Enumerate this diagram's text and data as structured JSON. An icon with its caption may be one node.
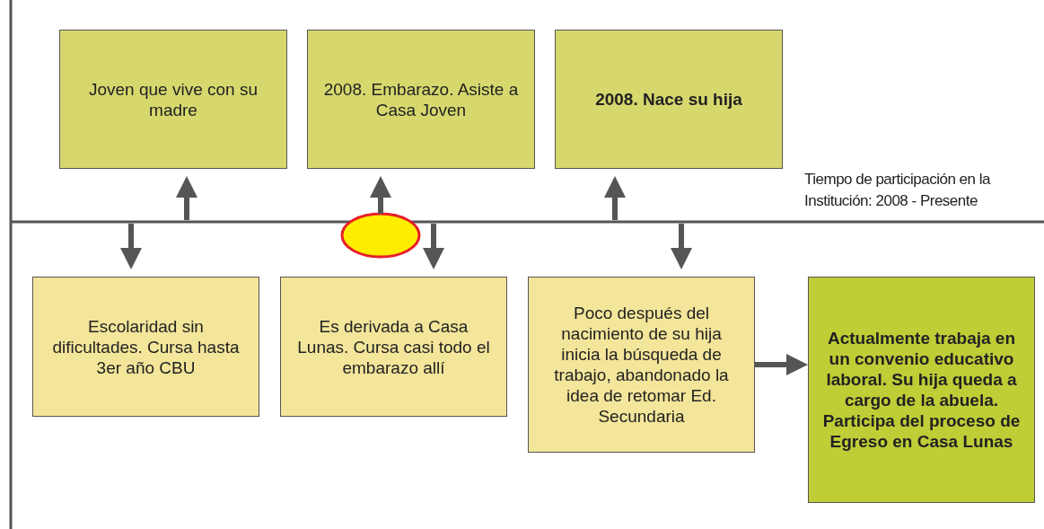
{
  "diagram": {
    "nodes": [
      {
        "text": [
          "Joven que vive con su madre"
        ]
      },
      {
        "text": [
          "2008. Embarazo. Asiste a Casa Joven"
        ]
      },
      {
        "text": [
          "2008. Nace su hija"
        ]
      },
      {
        "text": [],
        "shape": "circle"
      },
      {
        "text": [
          "Escolaridad sin dificultades. Cursa hasta 3er año CBU"
        ]
      },
      {
        "text": [
          "Es derivada a Casa Lunas. Cursa casi todo el embarazo allí"
        ]
      },
      {
        "text": [
          "Poco después del nacimiento de su hija inicia la búsqueda de trabajo, abandonado la idea de retomar Ed. Secundaria"
        ]
      },
      {
        "text": [
          "Actualmente trabaja en un convenio educativo laboral. Su hija queda a cargo de la abuela. Participa del proceso de Egreso en Casa Lunas"
        ]
      }
    ],
    "edges": [
      {
        "from": null,
        "to": 4,
        "arrow": "to"
      },
      {
        "from": null,
        "to": 0,
        "arrow": "to"
      },
      {
        "from": 3,
        "to": 1,
        "arrow": "to"
      },
      {
        "from": null,
        "to": 5,
        "arrow": "to"
      },
      {
        "from": null,
        "to": 2,
        "arrow": "to"
      },
      {
        "from": null,
        "to": 6,
        "arrow": "to"
      },
      {
        "from": 6,
        "to": 7,
        "arrow": "to"
      }
    ],
    "labels": [
      "Tiempo de participación en la Institución: 2008 - Presente"
    ]
  }
}
